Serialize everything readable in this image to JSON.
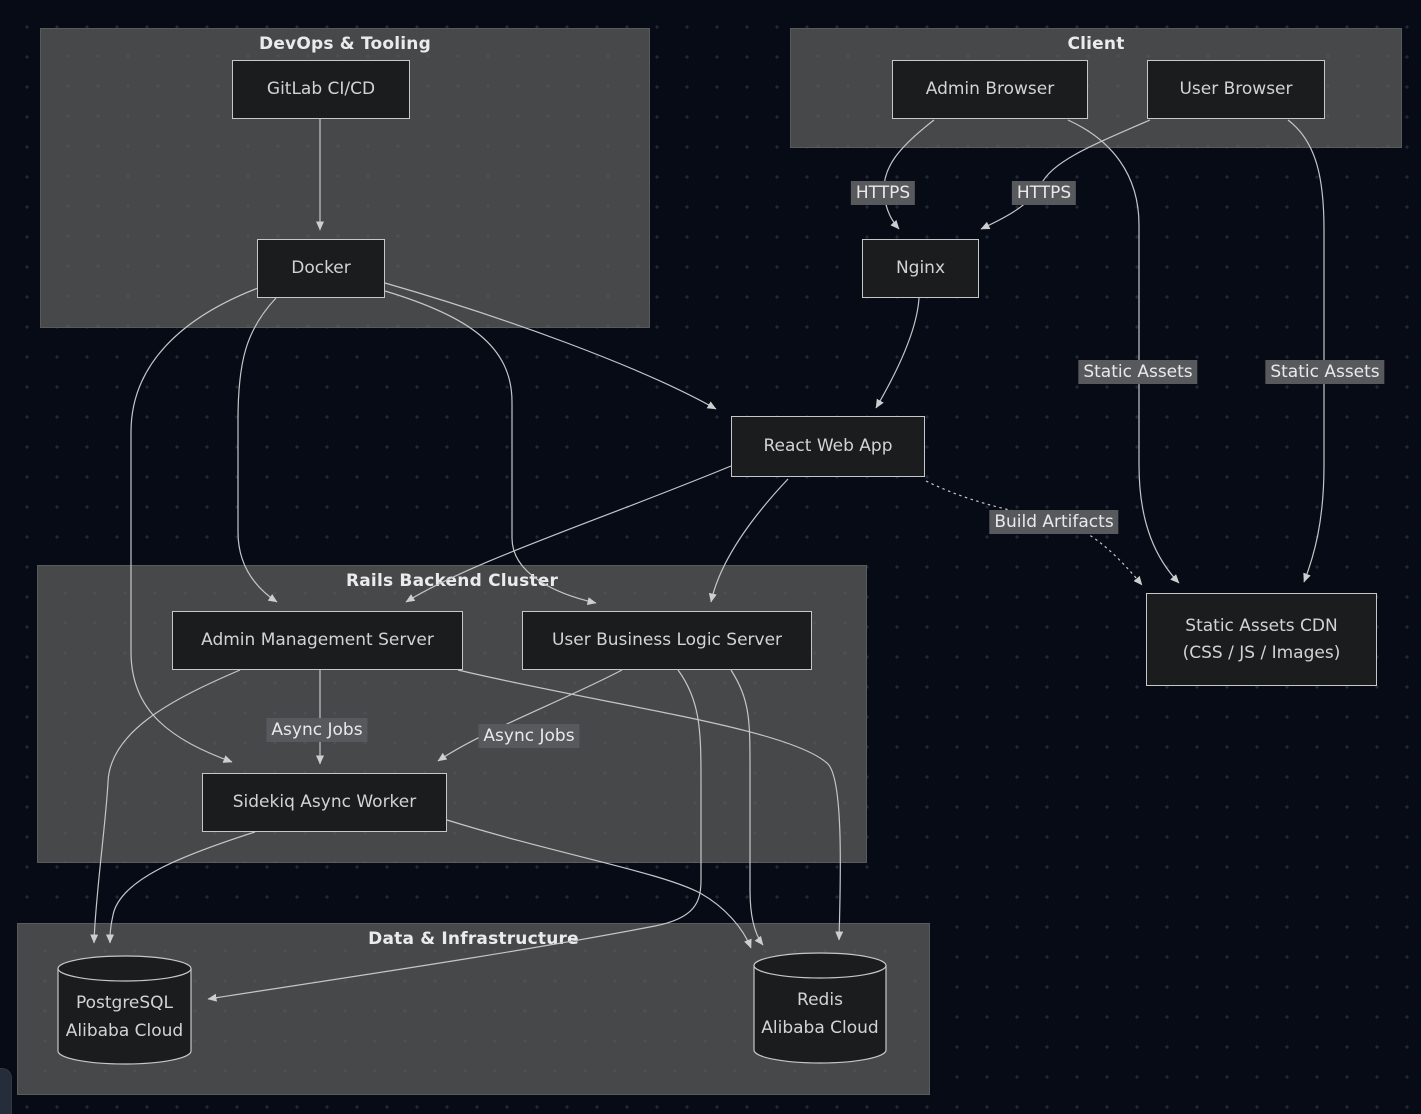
{
  "diagram_type": "architecture-flowchart",
  "theme": {
    "background": "#070b16",
    "dot_grid_color": "#212936",
    "cluster_fill": "#47484a",
    "node_fill": "#1b1c1e",
    "node_border": "#c6c7c9",
    "node_text_color": "#d2d3d5",
    "edge_color": "#c4c6c8",
    "edge_label_bg": "#58595c",
    "edge_label_text": "#e9e9ea",
    "cluster_title_color": "#ebebec"
  },
  "clusters": {
    "devops": {
      "title": "DevOps & Tooling"
    },
    "client": {
      "title": "Client"
    },
    "rails": {
      "title": "Rails Backend Cluster"
    },
    "data": {
      "title": "Data & Infrastructure"
    }
  },
  "nodes": {
    "gitlab": {
      "label": "GitLab CI/CD"
    },
    "docker": {
      "label": "Docker"
    },
    "admin_browser": {
      "label": "Admin Browser"
    },
    "user_browser": {
      "label": "User Browser"
    },
    "nginx": {
      "label": "Nginx"
    },
    "react": {
      "label": "React Web App"
    },
    "admin_server": {
      "label": "Admin Management Server"
    },
    "user_server": {
      "label": "User Business Logic Server"
    },
    "sidekiq": {
      "label": "Sidekiq Async Worker"
    },
    "cdn": {
      "label1": "Static Assets CDN",
      "label2": "(CSS / JS / Images)"
    },
    "postgres": {
      "label1": "PostgreSQL",
      "label2": "Alibaba Cloud"
    },
    "redis": {
      "label1": "Redis",
      "label2": "Alibaba Cloud"
    }
  },
  "edge_labels": {
    "https_admin": "HTTPS",
    "https_user": "HTTPS",
    "static_assets_admin": "Static Assets",
    "static_assets_user": "Static Assets",
    "build_artifacts": "Build Artifacts",
    "async_jobs_admin": "Async Jobs",
    "async_jobs_user": "Async Jobs"
  },
  "edges": [
    {
      "from": "GitLab CI/CD",
      "to": "Docker",
      "label": "",
      "style": "solid"
    },
    {
      "from": "Admin Browser",
      "to": "Nginx",
      "label": "HTTPS",
      "style": "solid"
    },
    {
      "from": "User Browser",
      "to": "Nginx",
      "label": "HTTPS",
      "style": "solid"
    },
    {
      "from": "Admin Browser",
      "to": "Static Assets CDN",
      "label": "Static Assets",
      "style": "solid"
    },
    {
      "from": "User Browser",
      "to": "Static Assets CDN",
      "label": "Static Assets",
      "style": "solid"
    },
    {
      "from": "Nginx",
      "to": "React Web App",
      "label": "",
      "style": "solid"
    },
    {
      "from": "Docker",
      "to": "React Web App",
      "label": "",
      "style": "solid"
    },
    {
      "from": "Docker",
      "to": "Admin Management Server",
      "label": "",
      "style": "solid"
    },
    {
      "from": "Docker",
      "to": "User Business Logic Server",
      "label": "",
      "style": "solid"
    },
    {
      "from": "Docker",
      "to": "Sidekiq Async Worker",
      "label": "",
      "style": "solid"
    },
    {
      "from": "React Web App",
      "to": "Static Assets CDN",
      "label": "Build Artifacts",
      "style": "dotted"
    },
    {
      "from": "React Web App",
      "to": "Admin Management Server",
      "label": "",
      "style": "solid"
    },
    {
      "from": "React Web App",
      "to": "User Business Logic Server",
      "label": "",
      "style": "solid"
    },
    {
      "from": "Admin Management Server",
      "to": "Sidekiq Async Worker",
      "label": "Async Jobs",
      "style": "solid"
    },
    {
      "from": "User Business Logic Server",
      "to": "Sidekiq Async Worker",
      "label": "Async Jobs",
      "style": "solid"
    },
    {
      "from": "Admin Management Server",
      "to": "PostgreSQL Alibaba Cloud",
      "label": "",
      "style": "solid"
    },
    {
      "from": "Admin Management Server",
      "to": "Redis Alibaba Cloud",
      "label": "",
      "style": "solid"
    },
    {
      "from": "User Business Logic Server",
      "to": "PostgreSQL Alibaba Cloud",
      "label": "",
      "style": "solid"
    },
    {
      "from": "User Business Logic Server",
      "to": "Redis Alibaba Cloud",
      "label": "",
      "style": "solid"
    },
    {
      "from": "Sidekiq Async Worker",
      "to": "PostgreSQL Alibaba Cloud",
      "label": "",
      "style": "solid"
    },
    {
      "from": "Sidekiq Async Worker",
      "to": "Redis Alibaba Cloud",
      "label": "",
      "style": "solid"
    }
  ]
}
